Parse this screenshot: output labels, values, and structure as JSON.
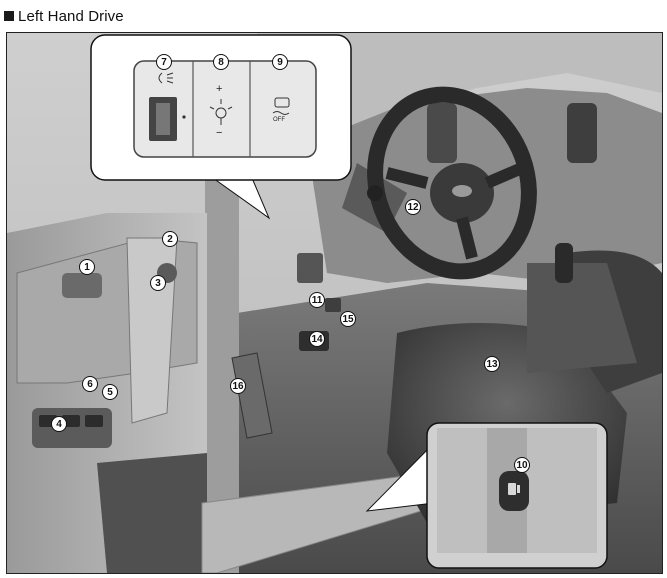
{
  "header": {
    "title": "Left Hand Drive"
  },
  "callouts": [
    "1",
    "2",
    "3",
    "4",
    "5",
    "6",
    "7",
    "8",
    "9",
    "10",
    "11",
    "12",
    "13",
    "14",
    "15",
    "16"
  ],
  "switch_panel": {
    "plus": "+",
    "minus": "−",
    "off": "OFF"
  },
  "colors": {
    "background": "#d8d8d8",
    "badge_border": "#111111",
    "header_square": "#1a1a1a"
  }
}
